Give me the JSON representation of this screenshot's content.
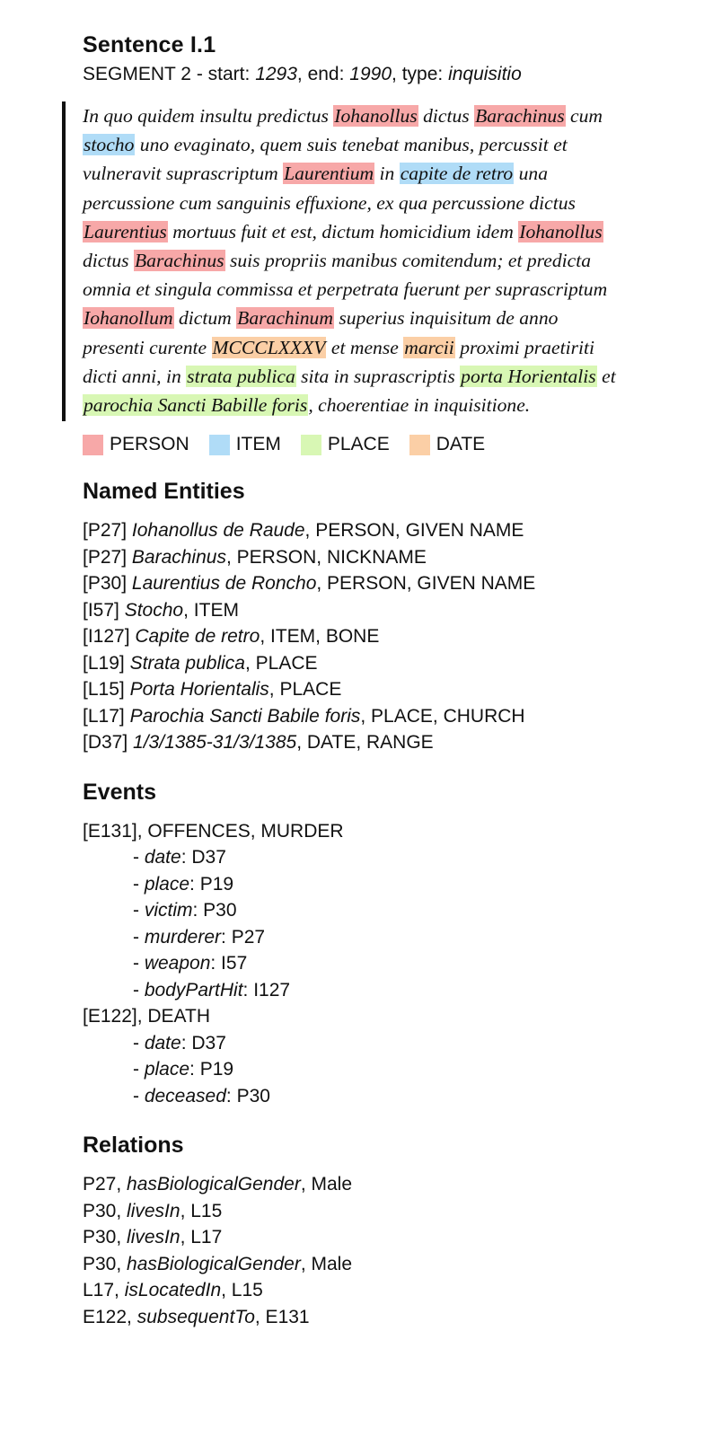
{
  "sentence": {
    "title": "Sentence I.1",
    "segment": {
      "label": "SEGMENT 2",
      "start_label": "start:",
      "start": "1293",
      "end_label": "end:",
      "end": "1990",
      "type_label": "type:",
      "type": "inquisitio"
    }
  },
  "passage": [
    {
      "t": "In quo quidem insultu predictus "
    },
    {
      "t": "Iohanollus",
      "c": "person"
    },
    {
      "t": " dictus "
    },
    {
      "t": "Barachinus",
      "c": "person"
    },
    {
      "t": " cum "
    },
    {
      "t": "stocho",
      "c": "item"
    },
    {
      "t": " uno evaginato, quem suis tenebat manibus, percussit et vulneravit suprascriptum "
    },
    {
      "t": "Laurentium",
      "c": "person"
    },
    {
      "t": " in "
    },
    {
      "t": "capite de retro",
      "c": "item"
    },
    {
      "t": " una percussione cum sanguinis effuxione, ex qua percussione dictus "
    },
    {
      "t": "Laurentius",
      "c": "person"
    },
    {
      "t": " mortuus fuit et est, dictum homicidium idem "
    },
    {
      "t": "Iohanollus",
      "c": "person"
    },
    {
      "t": " dictus "
    },
    {
      "t": "Barachinus",
      "c": "person"
    },
    {
      "t": " suis propriis manibus comitendum; et predicta omnia et singula commissa et perpetrata fuerunt per suprascriptum "
    },
    {
      "t": "Iohanollum",
      "c": "person"
    },
    {
      "t": " dictum "
    },
    {
      "t": "Barachinum",
      "c": "person"
    },
    {
      "t": " superius inquisitum de anno presenti curente "
    },
    {
      "t": "MCCCLXXXV",
      "c": "date"
    },
    {
      "t": " et mense "
    },
    {
      "t": "marcii",
      "c": "date"
    },
    {
      "t": " proximi praetiriti dicti anni, in "
    },
    {
      "t": "strata publica",
      "c": "place"
    },
    {
      "t": " sita in suprascriptis "
    },
    {
      "t": "porta Horientalis",
      "c": "place"
    },
    {
      "t": " et "
    },
    {
      "t": "parochia Sancti Babille foris",
      "c": "place"
    },
    {
      "t": ", choerentiae in inquisitione."
    }
  ],
  "legend": [
    {
      "key": "person",
      "label": "PERSON",
      "color": "#f7a8a8"
    },
    {
      "key": "item",
      "label": "ITEM",
      "color": "#b0dcf7"
    },
    {
      "key": "place",
      "label": "PLACE",
      "color": "#d8f7b4"
    },
    {
      "key": "date",
      "label": "DATE",
      "color": "#fbcfa6"
    }
  ],
  "named_entities": {
    "heading": "Named Entities",
    "items": [
      {
        "id": "[P27]",
        "name": "Iohanollus de Raude",
        "rest": ", PERSON, GIVEN NAME"
      },
      {
        "id": "[P27]",
        "name": "Barachinus",
        "rest": ", PERSON, NICKNAME"
      },
      {
        "id": "[P30]",
        "name": "Laurentius de Roncho",
        "rest": ", PERSON, GIVEN NAME"
      },
      {
        "id": "[I57]",
        "name": "Stocho",
        "rest": ", ITEM"
      },
      {
        "id": "[I127]",
        "name": "Capite de retro",
        "rest": ", ITEM, BONE"
      },
      {
        "id": "[L19]",
        "name": "Strata publica",
        "rest": ", PLACE"
      },
      {
        "id": "[L15]",
        "name": "Porta Horientalis",
        "rest": ", PLACE"
      },
      {
        "id": "[L17]",
        "name": "Parochia Sancti Babile foris",
        "rest": ", PLACE, CHURCH"
      },
      {
        "id": "[D37]",
        "name": "1/3/1385-31/3/1385",
        "rest": ", DATE, RANGE"
      }
    ]
  },
  "events": {
    "heading": "Events",
    "items": [
      {
        "head": "[E131], OFFENCES, MURDER",
        "roles": [
          {
            "role": "date",
            "val": ": D37"
          },
          {
            "role": "place",
            "val": ": P19"
          },
          {
            "role": "victim",
            "val": ": P30"
          },
          {
            "role": "murderer",
            "val": ": P27"
          },
          {
            "role": "weapon",
            "val": ": I57"
          },
          {
            "role": "bodyPartHit",
            "val": ": I127"
          }
        ]
      },
      {
        "head": "[E122], DEATH",
        "roles": [
          {
            "role": "date",
            "val": ": D37"
          },
          {
            "role": "place",
            "val": ": P19"
          },
          {
            "role": "deceased",
            "val": ": P30"
          }
        ]
      }
    ]
  },
  "relations": {
    "heading": "Relations",
    "items": [
      {
        "a": "P27, ",
        "rel": "hasBiologicalGender",
        "b": ", Male"
      },
      {
        "a": "P30, ",
        "rel": "livesIn",
        "b": ", L15"
      },
      {
        "a": "P30, ",
        "rel": "livesIn",
        "b": ", L17"
      },
      {
        "a": "P30, ",
        "rel": "hasBiologicalGender",
        "b": ", Male"
      },
      {
        "a": "L17, ",
        "rel": "isLocatedIn",
        "b": ", L15"
      },
      {
        "a": "E122, ",
        "rel": "subsequentTo",
        "b": ", E131"
      }
    ]
  }
}
